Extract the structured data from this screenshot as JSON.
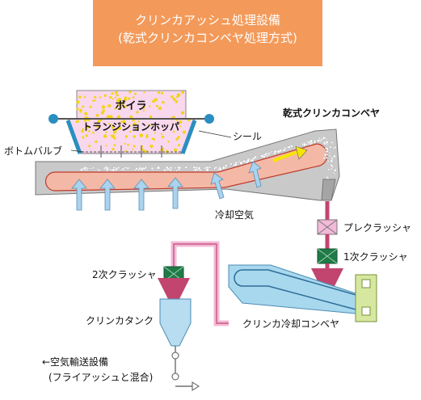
{
  "title": {
    "line1": "クリンカアッシュ処理設備",
    "line2": "(乾式クリンカコンベヤ処理方式)"
  },
  "labels": {
    "boiler": "ボイラ",
    "transition_hopper": "トランジションホッパ",
    "seal": "シール",
    "bottom_valve": "ボトムバルブ",
    "dry_conveyor": "乾式クリンカコンベヤ",
    "cooling_air": "冷却空気",
    "pre_crusher": "プレクラッシャ",
    "primary_crusher": "1次クラッシャ",
    "secondary_crusher": "2次クラッシャ",
    "clinker_tank": "クリンカタンク",
    "cooling_conveyor": "クリンカ冷却コンベヤ",
    "air_transport_line1": "←空気輸送設備",
    "air_transport_line2": "(フライアッシュと混合)"
  },
  "colors": {
    "title_bg": "#f39a5a",
    "hopper_fill": "#f9d7ec",
    "ash_dots": "#f2d417",
    "conveyor_fill": "#f4b9a6",
    "conveyor_outer": "#c9c9c9",
    "air_arrow": "#a9d3ee",
    "flow_arrow_yellow": "#f6e500",
    "pipe_pink": "#c2456f",
    "crusher_green": "#1f7a46",
    "crusher_pink": "#f3b9d8",
    "cooling_conveyor_fill": "#a8d8ee",
    "tank_fill": "#b8dcf0",
    "motor_fill": "#d6e8a0"
  }
}
